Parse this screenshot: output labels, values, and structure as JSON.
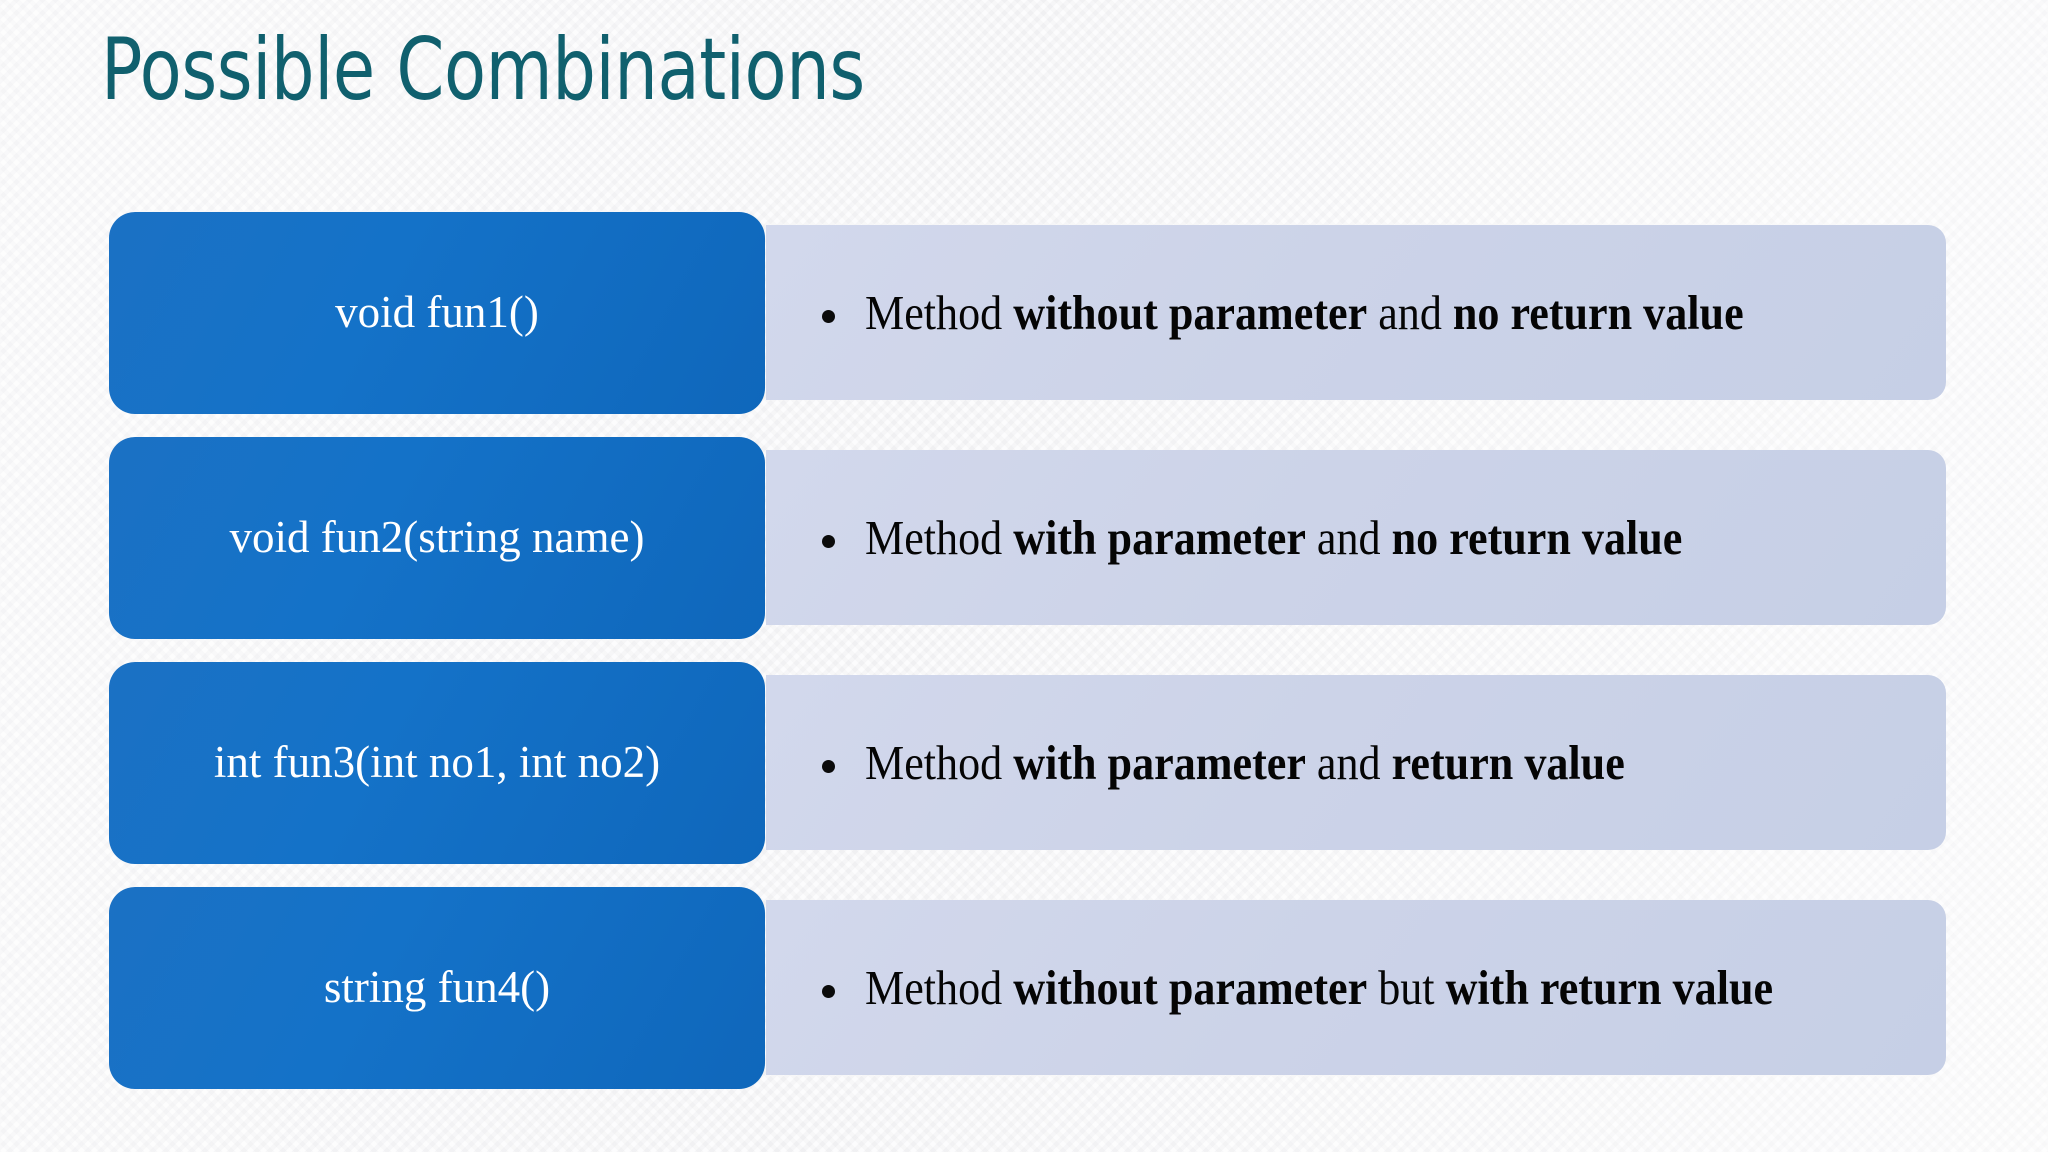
{
  "slide": {
    "title": "Possible Combinations",
    "title_color": "#10606e",
    "background_color": "#fafafb",
    "box_color": "#1472c8",
    "panel_color": "#ccd3e8",
    "bullet_glyph": "bullet-dot"
  },
  "rows": [
    {
      "signature": "void fun1()",
      "description_plain": "Method without parameter and no return value",
      "description_html": "Method <b>without parameter</b> and <b>no return value</b>"
    },
    {
      "signature": "void fun2(string name)",
      "description_plain": "Method with parameter and no return value",
      "description_html": "Method <b>with parameter</b> and <b>no return value</b>"
    },
    {
      "signature": "int fun3(int no1, int no2)",
      "description_plain": "Method with parameter and return value",
      "description_html": "Method <b>with parameter</b> and <b>return value</b>"
    },
    {
      "signature": "string fun4()",
      "description_plain": "Method without parameter but with return value",
      "description_html": "Method <b>without parameter</b> but <b>with return value</b>"
    }
  ]
}
